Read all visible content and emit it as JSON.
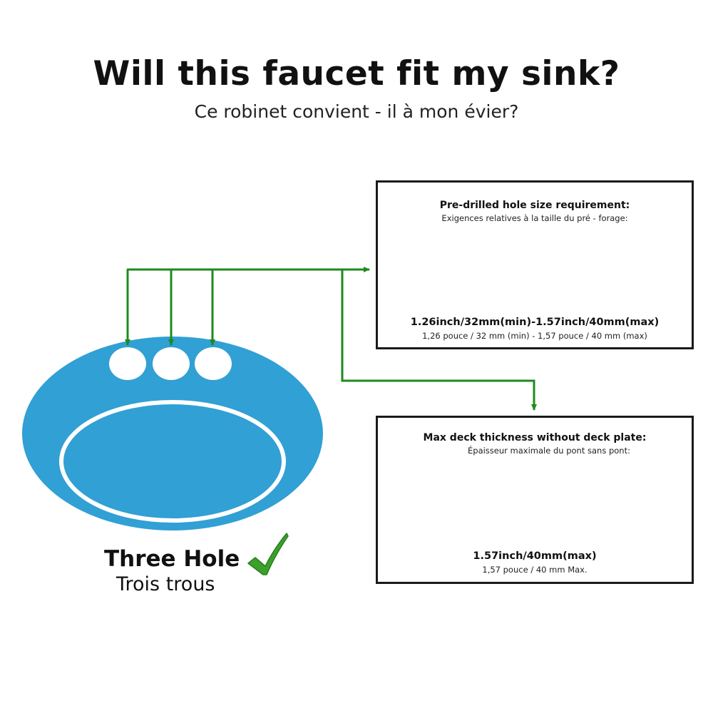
{
  "header": {
    "title": "Will this faucet fit my sink?",
    "subtitle": "Ce robinet convient - il à mon évier?"
  },
  "panels": [
    {
      "heading": "Pre-drilled hole size requirement:",
      "heading_fr": "Exigences relatives à la taille du pré - forage:",
      "value": "1.26inch/32mm(min)-1.57inch/40mm(max)",
      "value_fr": "1,26 pouce / 32 mm (min) - 1,57 pouce / 40 mm (max)"
    },
    {
      "heading": "Max deck thickness without deck plate:",
      "heading_fr": "Épaisseur maximale du pont sans pont:",
      "value": "1.57inch/40mm(max)",
      "value_fr": "1,57 pouce / 40 mm Max."
    }
  ],
  "sink": {
    "label": "Three Hole",
    "label_fr": "Trois trous",
    "hole_count": 3,
    "check_icon": "check-icon"
  },
  "colors": {
    "sink_blue": "#31a0d4",
    "arrow_green": "#1e8a1e",
    "check_green": "#3aa12b",
    "hole_gray": "#c4c4c4",
    "hole_dark": "#8a8a8a"
  }
}
